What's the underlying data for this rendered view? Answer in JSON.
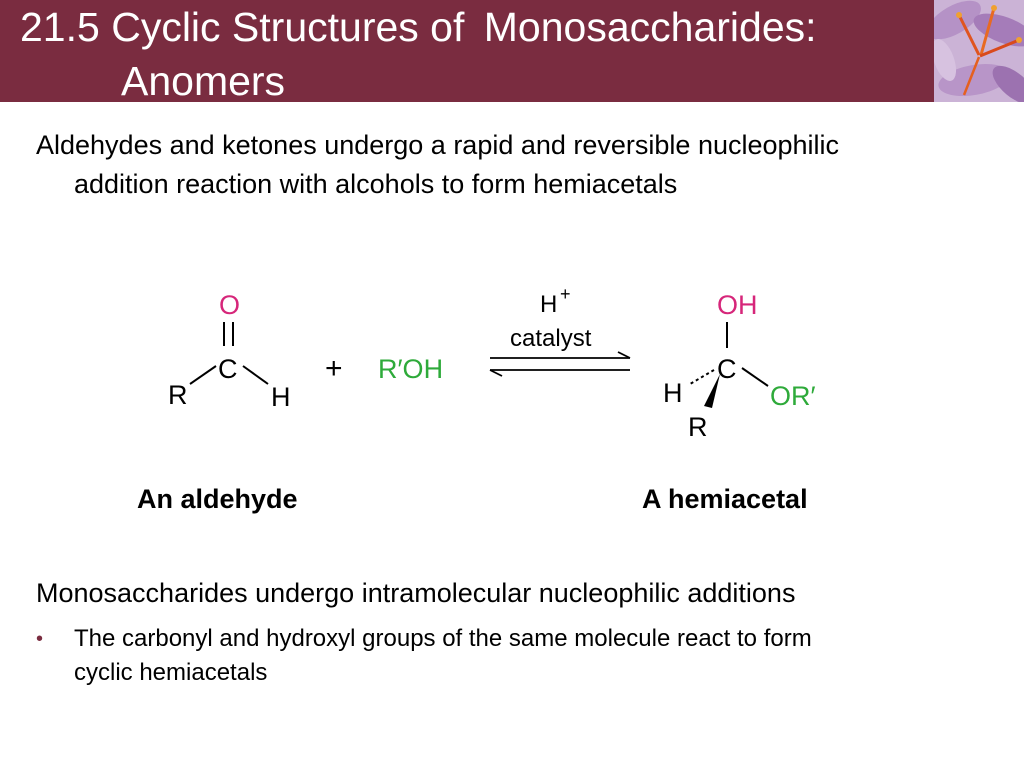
{
  "title": {
    "number": "21.5",
    "line1_a": "Cyclic Structures of",
    "line1_b": "Monosaccharides:",
    "line2": "Anomers"
  },
  "para1": {
    "line1": "Aldehydes and ketones undergo a rapid and reversible nucleophilic",
    "line2": "addition reaction with alcohols to form hemiacetals"
  },
  "reaction": {
    "aldehyde": {
      "O": "O",
      "C": "C",
      "R": "R",
      "H": "H"
    },
    "plus": "+",
    "alcohol": "R′OH",
    "catalyst_top": "H",
    "catalyst_sup": "+",
    "catalyst_bottom": "catalyst",
    "hemiacetal": {
      "OH": "OH",
      "C": "C",
      "H": "H",
      "OR": "OR′",
      "R": "R"
    },
    "label_left": "An aldehyde",
    "label_right": "A hemiacetal"
  },
  "para2": "Monosaccharides undergo intramolecular nucleophilic additions",
  "bullet": {
    "symbol": "•",
    "line1": "The carbonyl and hydroxyl groups of the same molecule react to form",
    "line2": "cyclic hemiacetals"
  },
  "colors": {
    "title_bg": "#7a2c40",
    "oxygen": "#d6267a",
    "alcohol": "#2eaa3a",
    "bullet": "#7a2c40"
  }
}
